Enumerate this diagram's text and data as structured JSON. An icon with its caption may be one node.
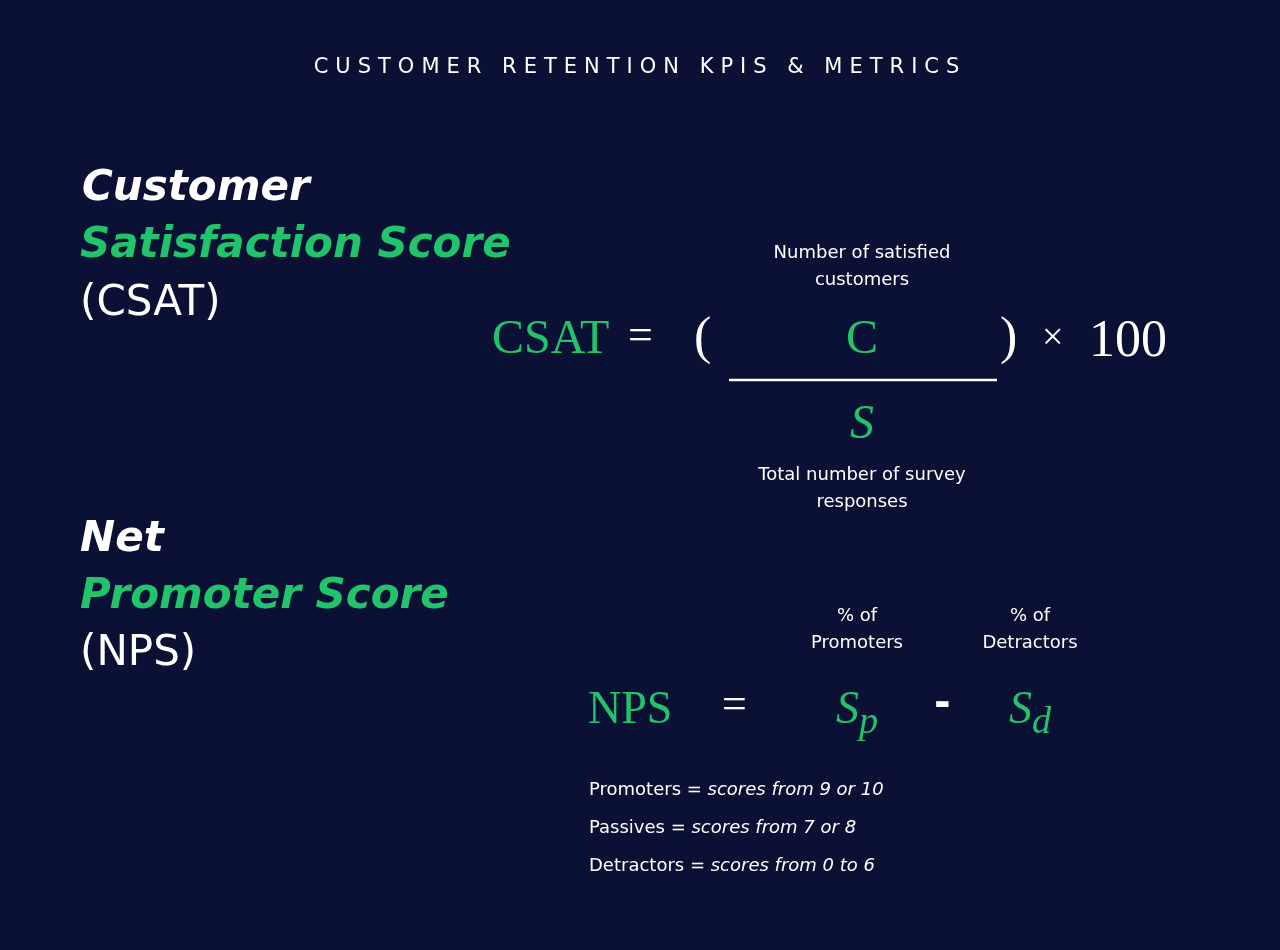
{
  "diagram": {
    "title": "CUSTOMER RETENTION KPIS & METRICS",
    "labels": [
      "Customer",
      "Satisfaction Score",
      "(CSAT)",
      "Number of satisfied customers",
      "CSAT",
      "=",
      "(",
      "C",
      ")",
      "×",
      "100",
      "S",
      "Total number of survey responses",
      "Net",
      "Promoter Score",
      "(NPS)",
      "% of Promoters",
      "% of Detractors",
      "NPS",
      "=",
      "S$_{p}$",
      "-",
      "S$_{d}$",
      "Promoters = *scores from 9 or 10*",
      "Passives = *scores from 7 or 8*",
      "Detractors = *scores from 0 to 6*"
    ]
  }
}
